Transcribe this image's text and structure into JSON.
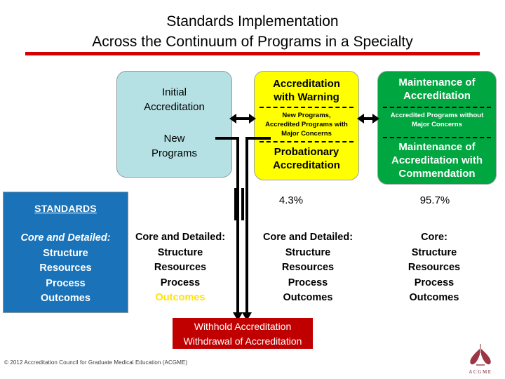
{
  "title": {
    "line1": "Standards Implementation",
    "line2": "Across the Continuum of Programs in a Specialty",
    "rule_color": "#d40000"
  },
  "stages": {
    "initial": {
      "color": "#b6e1e4",
      "head_line1": "Initial",
      "head_line2": "Accreditation",
      "sub_line1": "New",
      "sub_line2": "Programs"
    },
    "warning": {
      "color": "#ffff00",
      "head_line1": "Accreditation",
      "head_line2": "with Warning",
      "mid_line1": "New Programs,",
      "mid_line2": "Accredited Programs with",
      "mid_line3": "Major Concerns",
      "bottom_line1": "Probationary",
      "bottom_line2": "Accreditation"
    },
    "maintenance": {
      "color": "#00a63f",
      "head_line1": "Maintenance of",
      "head_line2": "Accreditation",
      "mid_line1": "Accredited Programs without",
      "mid_line2": "Major Concerns",
      "bottom_line1": "Maintenance of",
      "bottom_line2": "Accreditation with",
      "bottom_line3": "Commendation"
    }
  },
  "terminal": {
    "color": "#c00000",
    "line1": "Withhold Accreditation",
    "line2": "Withdrawal of Accreditation"
  },
  "standards_panel": {
    "color": "#1a72b8",
    "header": "STANDARDS",
    "scope": "Core and Detailed:",
    "items": [
      "Structure",
      "Resources",
      "Process",
      "Outcomes"
    ]
  },
  "standards_columns": [
    {
      "scope": "Core and Detailed:",
      "items": [
        "Structure",
        "Resources",
        "Process"
      ],
      "highlight_item": "Outcomes",
      "highlight_color": "#ffe400"
    },
    {
      "scope": "Core and Detailed:",
      "items": [
        "Structure",
        "Resources",
        "Process",
        "Outcomes"
      ]
    },
    {
      "scope": "Core:",
      "items": [
        "Structure",
        "Resources",
        "Process",
        "Outcomes"
      ]
    }
  ],
  "percentages": {
    "warning": "4.3%",
    "maintenance": "95.7%"
  },
  "footer": {
    "copyright": "© 2012 Accreditation Council for Graduate Medical Education (ACGME)",
    "logo_label": "ACGME"
  }
}
